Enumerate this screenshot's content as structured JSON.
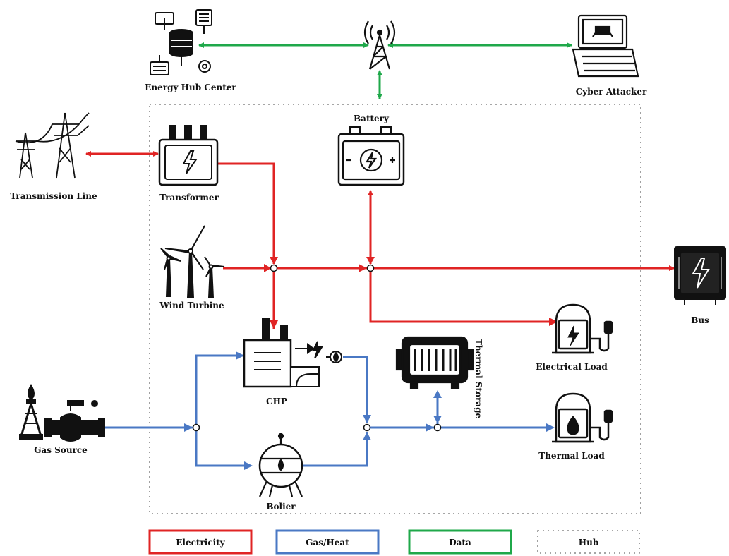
{
  "labels": {
    "energy_hub_center": "Energy Hub Center",
    "cyber_attacker": "Cyber Attacker",
    "battery": "Battery",
    "transmission_line": "Transmission Line",
    "transformer": "Transformer",
    "wind_turbine": "Wind Turbine",
    "bus": "Bus",
    "chp": "CHP",
    "thermal_storage": "Thermal Storage",
    "electrical_load": "Electrical Load",
    "gas_source": "Gas Source",
    "boiler": "Bolier",
    "thermal_load": "Thermal Load"
  },
  "legend": {
    "electricity": "Electricity",
    "gas_heat": "Gas/Heat",
    "data": "Data",
    "hub": "Hub"
  },
  "colors": {
    "electricity": "#e02424",
    "gas_heat": "#4a78c4",
    "data": "#1fa84a",
    "hub": "#888888",
    "icon": "#111111"
  }
}
